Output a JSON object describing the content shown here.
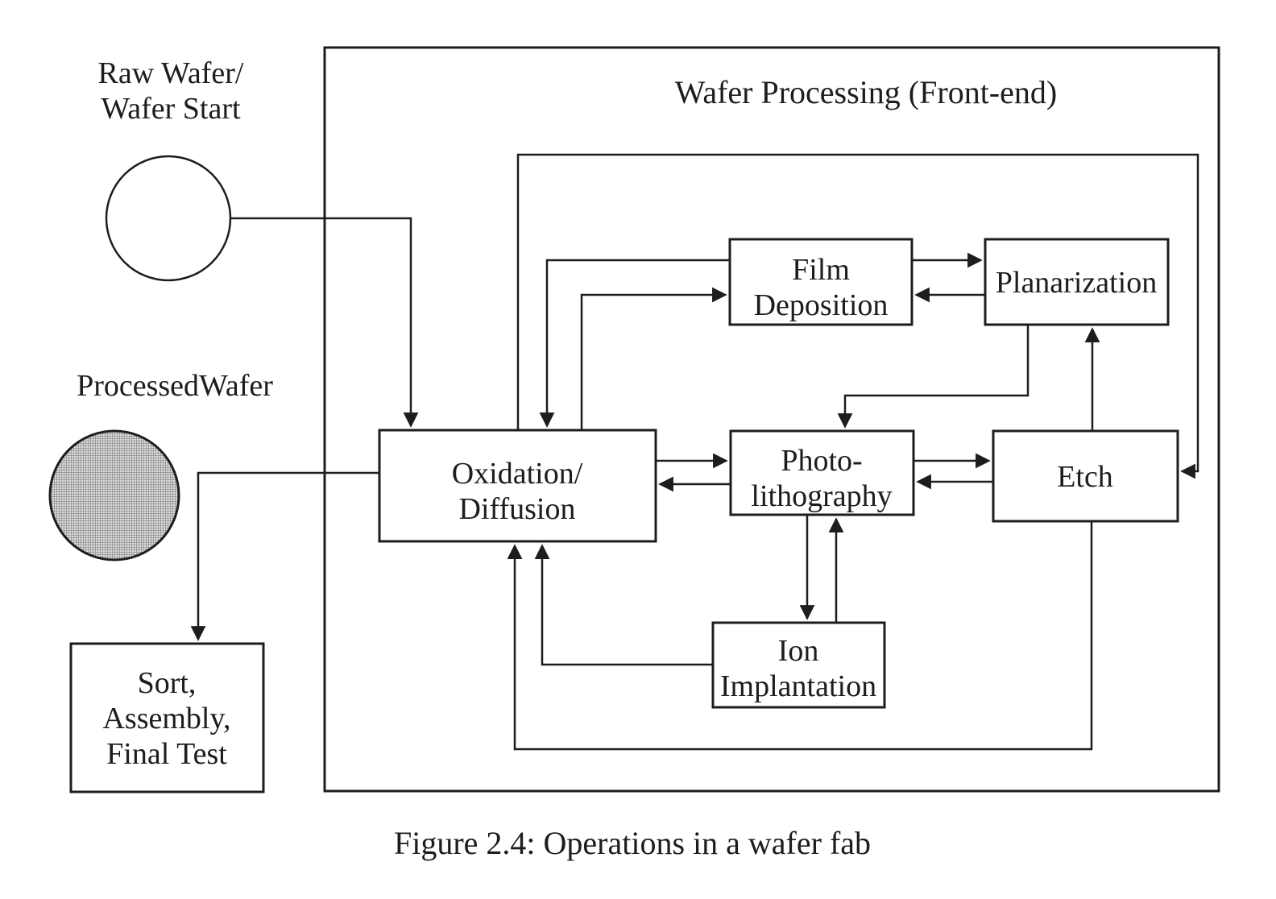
{
  "diagram": {
    "title": "Wafer Processing (Front-end)",
    "caption": "Figure 2.4: Operations in a wafer fab"
  },
  "colors": {
    "ink": "#1d1d1d",
    "background": "#ffffff",
    "processed_wafer_hatch_light": "#e2e2e2",
    "processed_wafer_hatch_dark": "#9a9a9a"
  },
  "nodes": {
    "raw_wafer": {
      "shape": "circle",
      "fill": "white",
      "label": [
        "Raw Wafer/",
        "Wafer Start"
      ]
    },
    "processed_wafer": {
      "shape": "circle",
      "fill": "gray-crosshatch",
      "label": [
        "ProcessedWafer"
      ]
    },
    "sort_assembly_final_test": {
      "shape": "rect",
      "label": [
        "Sort,",
        "Assembly,",
        "Final Test"
      ]
    },
    "oxidation_diffusion": {
      "shape": "rect",
      "label": [
        "Oxidation/",
        "Diffusion"
      ]
    },
    "film_deposition": {
      "shape": "rect",
      "label": [
        "Film",
        "Deposition"
      ]
    },
    "planarization": {
      "shape": "rect",
      "label": [
        "Planarization"
      ]
    },
    "photolithography": {
      "shape": "rect",
      "label": [
        "Photo-",
        "lithography"
      ]
    },
    "etch": {
      "shape": "rect",
      "label": [
        "Etch"
      ]
    },
    "ion_implantation": {
      "shape": "rect",
      "label": [
        "Ion",
        "Implantation"
      ]
    }
  },
  "edges": [
    {
      "from": "raw-wafer",
      "to": "oxidation-diffusion"
    },
    {
      "from": "oxidation-diffusion",
      "to": "sort-assembly-final-test"
    },
    {
      "from": "oxidation-diffusion",
      "to": "film-deposition"
    },
    {
      "from": "film-deposition",
      "to": "oxidation-diffusion"
    },
    {
      "from": "film-deposition",
      "to": "planarization"
    },
    {
      "from": "planarization",
      "to": "film-deposition"
    },
    {
      "from": "planarization",
      "to": "photolithography"
    },
    {
      "from": "etch",
      "to": "planarization"
    },
    {
      "from": "oxidation-diffusion",
      "to": "photolithography"
    },
    {
      "from": "photolithography",
      "to": "oxidation-diffusion"
    },
    {
      "from": "photolithography",
      "to": "etch"
    },
    {
      "from": "etch",
      "to": "photolithography"
    },
    {
      "from": "photolithography",
      "to": "ion-implantation"
    },
    {
      "from": "ion-implantation",
      "to": "photolithography"
    },
    {
      "from": "ion-implantation",
      "to": "oxidation-diffusion"
    },
    {
      "from": "oxidation-diffusion",
      "to": "etch"
    },
    {
      "from": "etch",
      "to": "oxidation-diffusion"
    }
  ]
}
